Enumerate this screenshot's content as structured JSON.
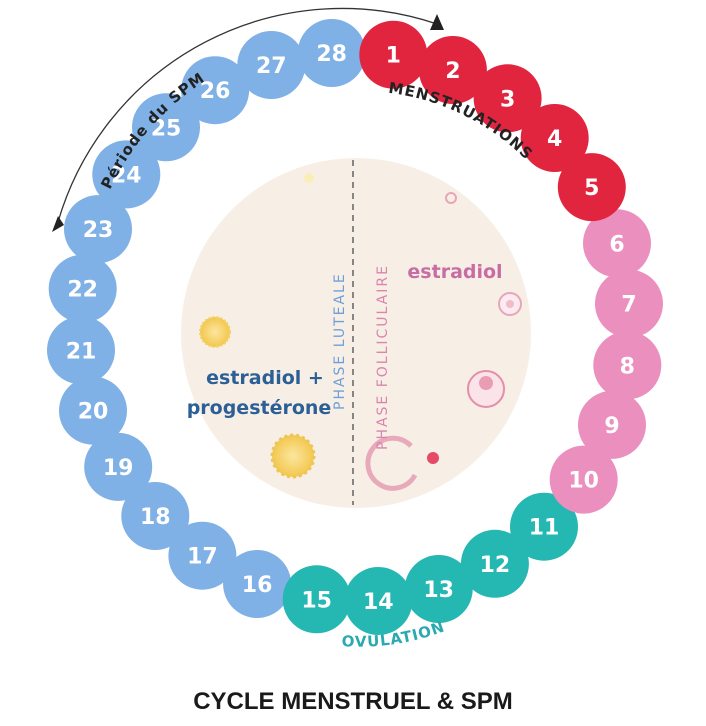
{
  "cycle": {
    "days": [
      "1",
      "2",
      "3",
      "4",
      "5",
      "6",
      "7",
      "8",
      "9",
      "10",
      "11",
      "12",
      "13",
      "14",
      "15",
      "16",
      "17",
      "18",
      "19",
      "20",
      "21",
      "22",
      "23",
      "24",
      "25",
      "26",
      "27",
      "28"
    ],
    "colors": {
      "menstruation": "#e2253f",
      "follicular": "#eb8fbf",
      "ovulation": "#25b7b1",
      "luteal": "#7fb0e6"
    }
  },
  "labels": {
    "menstruations": "MENSTRUATIONS",
    "ovulation": "OVULATION",
    "spm": "Période du SPM",
    "phase_luteale": "PHASE LUTEALE",
    "phase_folliculaire": "PHASE FOLLICULAIRE",
    "estradiol": "estradiol",
    "estradiol_plus": "estradiol +",
    "progesterone": "progestérone",
    "title": "CYCLE MENSTRUEL & SPM"
  }
}
